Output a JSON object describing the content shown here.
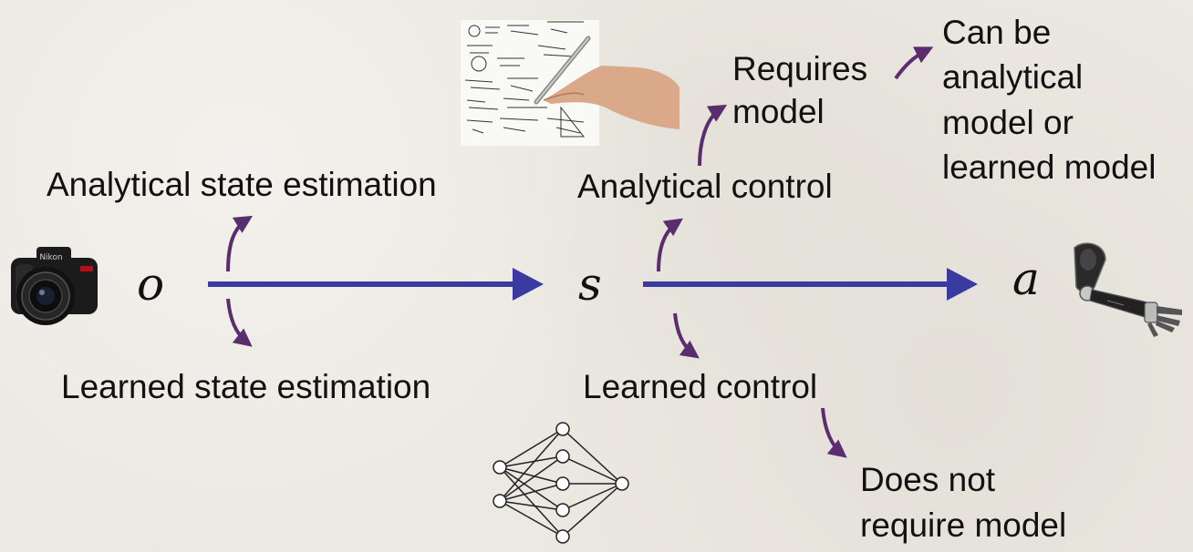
{
  "variables": {
    "observation": "o",
    "state": "s",
    "action": "a"
  },
  "labels": {
    "analytical_state_estimation": "Analytical state estimation",
    "learned_state_estimation": "Learned state estimation",
    "analytical_control": "Analytical control",
    "learned_control": "Learned control",
    "requires_model_line1": "Requires",
    "requires_model_line2": "model",
    "can_be_line1": "Can be",
    "can_be_line2": "analytical",
    "can_be_line3": "model or",
    "can_be_line4": "learned model",
    "does_not_line1": "Does not",
    "does_not_line2": "require model"
  },
  "icons": {
    "camera": "camera-icon",
    "robot_arm": "robot-arm-icon",
    "handwriting_math": "handwriting-math-icon",
    "neural_network": "neural-network-icon"
  },
  "colors": {
    "main_arrow": "#3b3aa0",
    "curved_arrow": "#5a2d6e",
    "background": "#ece9e2",
    "text": "#111111"
  }
}
